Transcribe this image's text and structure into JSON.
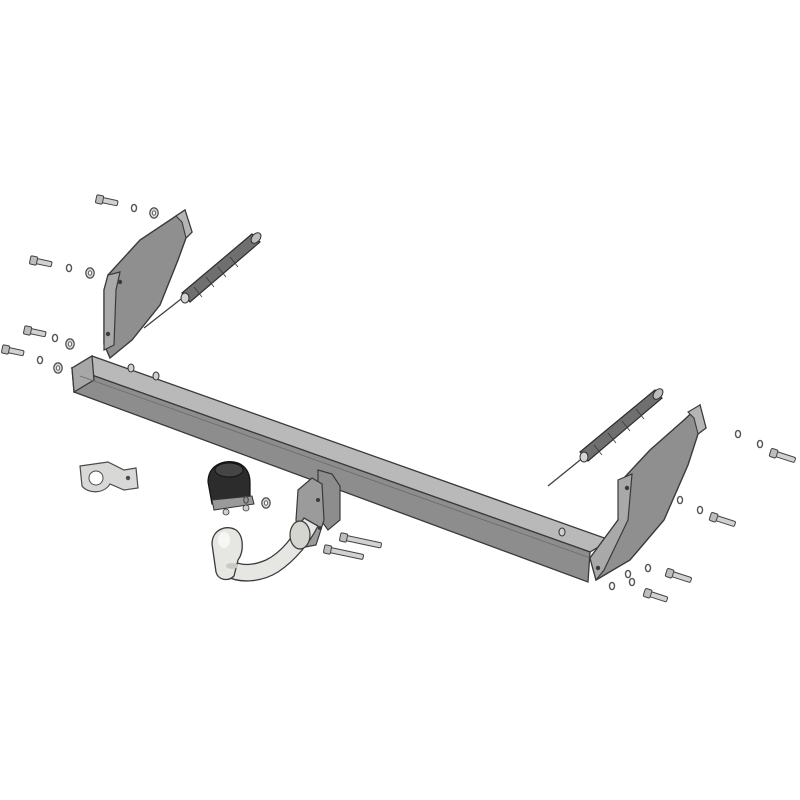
{
  "colors": {
    "background": "#ffffff",
    "steel_face": "#8f8f8f",
    "steel_light": "#b5b5b5",
    "steel_dark": "#6a6a6a",
    "edge": "#3a3a3a",
    "ball_body": "#e6e6e3",
    "ball_shade": "#c9c9c5",
    "socket": "#2c2c2c",
    "hardware": "#cfcfcf"
  },
  "parts": {
    "crossbar": "crossbar-tube",
    "left_bracket": "left-side-bracket",
    "right_bracket": "right-side-bracket",
    "left_strut": "left-diagonal-strut",
    "right_strut": "right-diagonal-strut",
    "ball_neck": "tow-ball-neck",
    "socket": "electrical-socket",
    "socket_plate": "socket-mounting-plate"
  }
}
